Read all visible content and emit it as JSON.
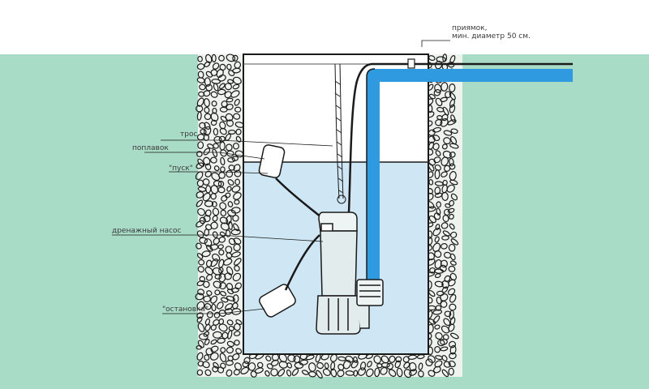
{
  "labels": {
    "sump_line1": "приямок,",
    "sump_line2": "мин. диаметр 50 см.",
    "cable": "трос",
    "float": "поплавок",
    "start": "\"пуск\"",
    "pump": "дренажный насос",
    "stop": "\"остановка\""
  },
  "colors": {
    "ground": "#a9dcc6",
    "water": "#cfe7f5",
    "pipe": "#2f9ae0",
    "outline": "#1a1a1a",
    "gravel": "#eef3ee"
  }
}
